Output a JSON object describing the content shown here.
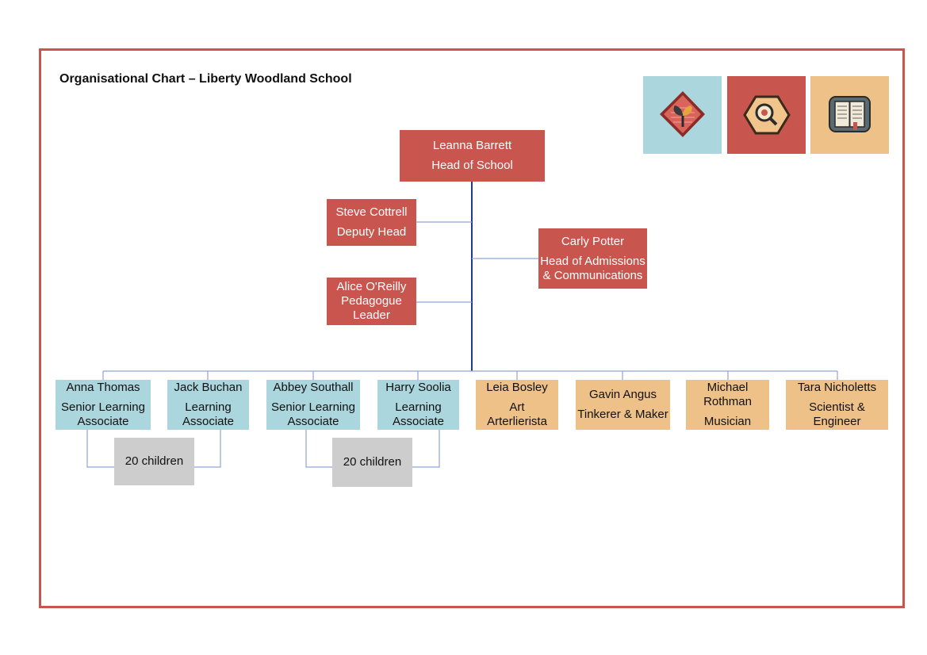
{
  "title": "Organisational Chart – Liberty Woodland School",
  "icons": [
    {
      "name": "plant-diamond-icon",
      "color": "#acd6dd"
    },
    {
      "name": "magnifier-hexagon-icon",
      "color": "#c9554f"
    },
    {
      "name": "open-book-icon",
      "color": "#eec188"
    }
  ],
  "colors": {
    "border": "#c9554f",
    "leadership": "#c9554f",
    "learning": "#acd6dd",
    "specialist": "#eec188",
    "children": "#cdcdcd",
    "connector": "#1f3a8a",
    "branch": "#8fa3d6"
  },
  "head": {
    "name": "Leanna Barrett",
    "role": "Head of School"
  },
  "leadership": [
    {
      "name": "Steve Cottrell",
      "role": "Deputy Head"
    },
    {
      "name": "Carly Potter",
      "role_line1": "Head of Admissions",
      "role_line2": "& Communications"
    },
    {
      "name": "Alice O'Reilly",
      "role_line1": "Pedagogue",
      "role_line2": "Leader"
    }
  ],
  "staff": [
    {
      "name": "Anna Thomas",
      "role_line1": "Senior Learning",
      "role_line2": "Associate"
    },
    {
      "name": "Jack Buchan",
      "role_line1": "Learning",
      "role_line2": "Associate"
    },
    {
      "name": "Abbey Southall",
      "role_line1": "Senior Learning",
      "role_line2": "Associate"
    },
    {
      "name": "Harry Soolia",
      "role_line1": "Learning",
      "role_line2": "Associate"
    },
    {
      "name": "Leia Bosley",
      "role_line1": "Art",
      "role_line2": "Arterlierista"
    },
    {
      "name": "Gavin Angus",
      "role": "Tinkerer & Maker"
    },
    {
      "name_line1": "Michael",
      "name_line2": "Rothman",
      "role": "Musician"
    },
    {
      "name": "Tara Nicholetts",
      "role_line1": "Scientist &",
      "role_line2": "Engineer"
    }
  ],
  "groups": [
    {
      "label": "20 children"
    },
    {
      "label": "20 children"
    }
  ]
}
